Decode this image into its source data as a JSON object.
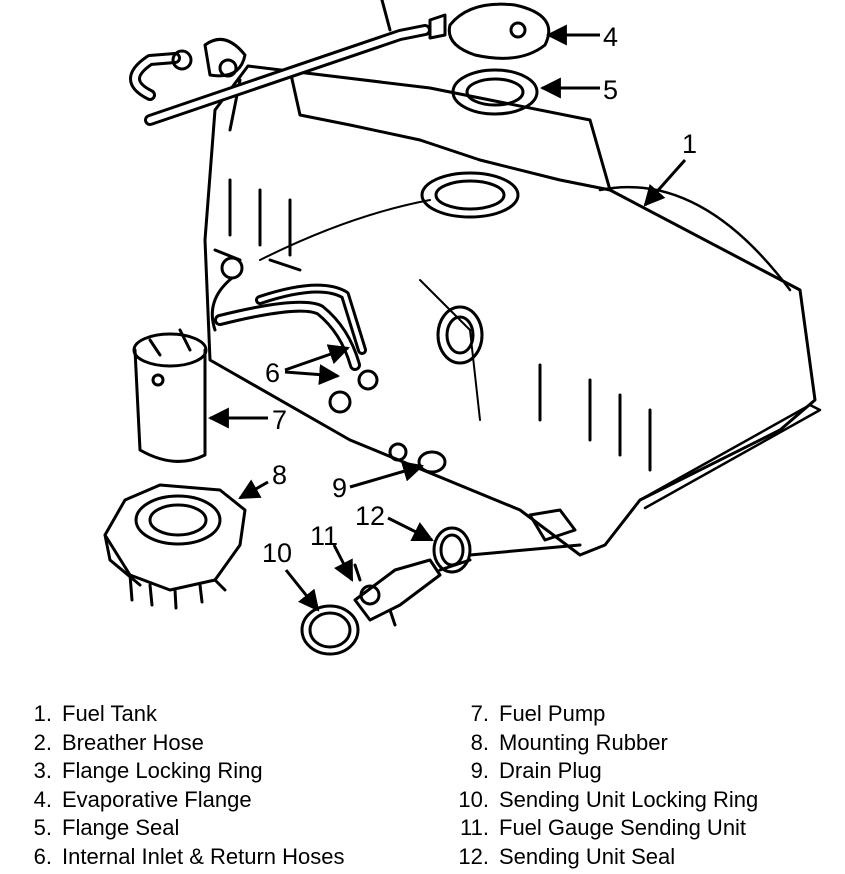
{
  "callouts": [
    "1",
    "4",
    "5",
    "6",
    "7",
    "8",
    "9",
    "10",
    "11",
    "12"
  ],
  "legend": {
    "left": [
      {
        "num": "1.",
        "label": "Fuel Tank"
      },
      {
        "num": "2.",
        "label": "Breather Hose"
      },
      {
        "num": "3.",
        "label": "Flange Locking Ring"
      },
      {
        "num": "4.",
        "label": "Evaporative Flange"
      },
      {
        "num": "5.",
        "label": "Flange Seal"
      },
      {
        "num": "6.",
        "label": "Internal Inlet & Return Hoses"
      }
    ],
    "right": [
      {
        "num": "7.",
        "label": "Fuel Pump"
      },
      {
        "num": "8.",
        "label": "Mounting Rubber"
      },
      {
        "num": "9.",
        "label": "Drain Plug"
      },
      {
        "num": "10.",
        "label": "Sending Unit Locking Ring"
      },
      {
        "num": "11.",
        "label": "Fuel Gauge Sending Unit"
      },
      {
        "num": "12.",
        "label": "Sending Unit Seal"
      }
    ]
  }
}
